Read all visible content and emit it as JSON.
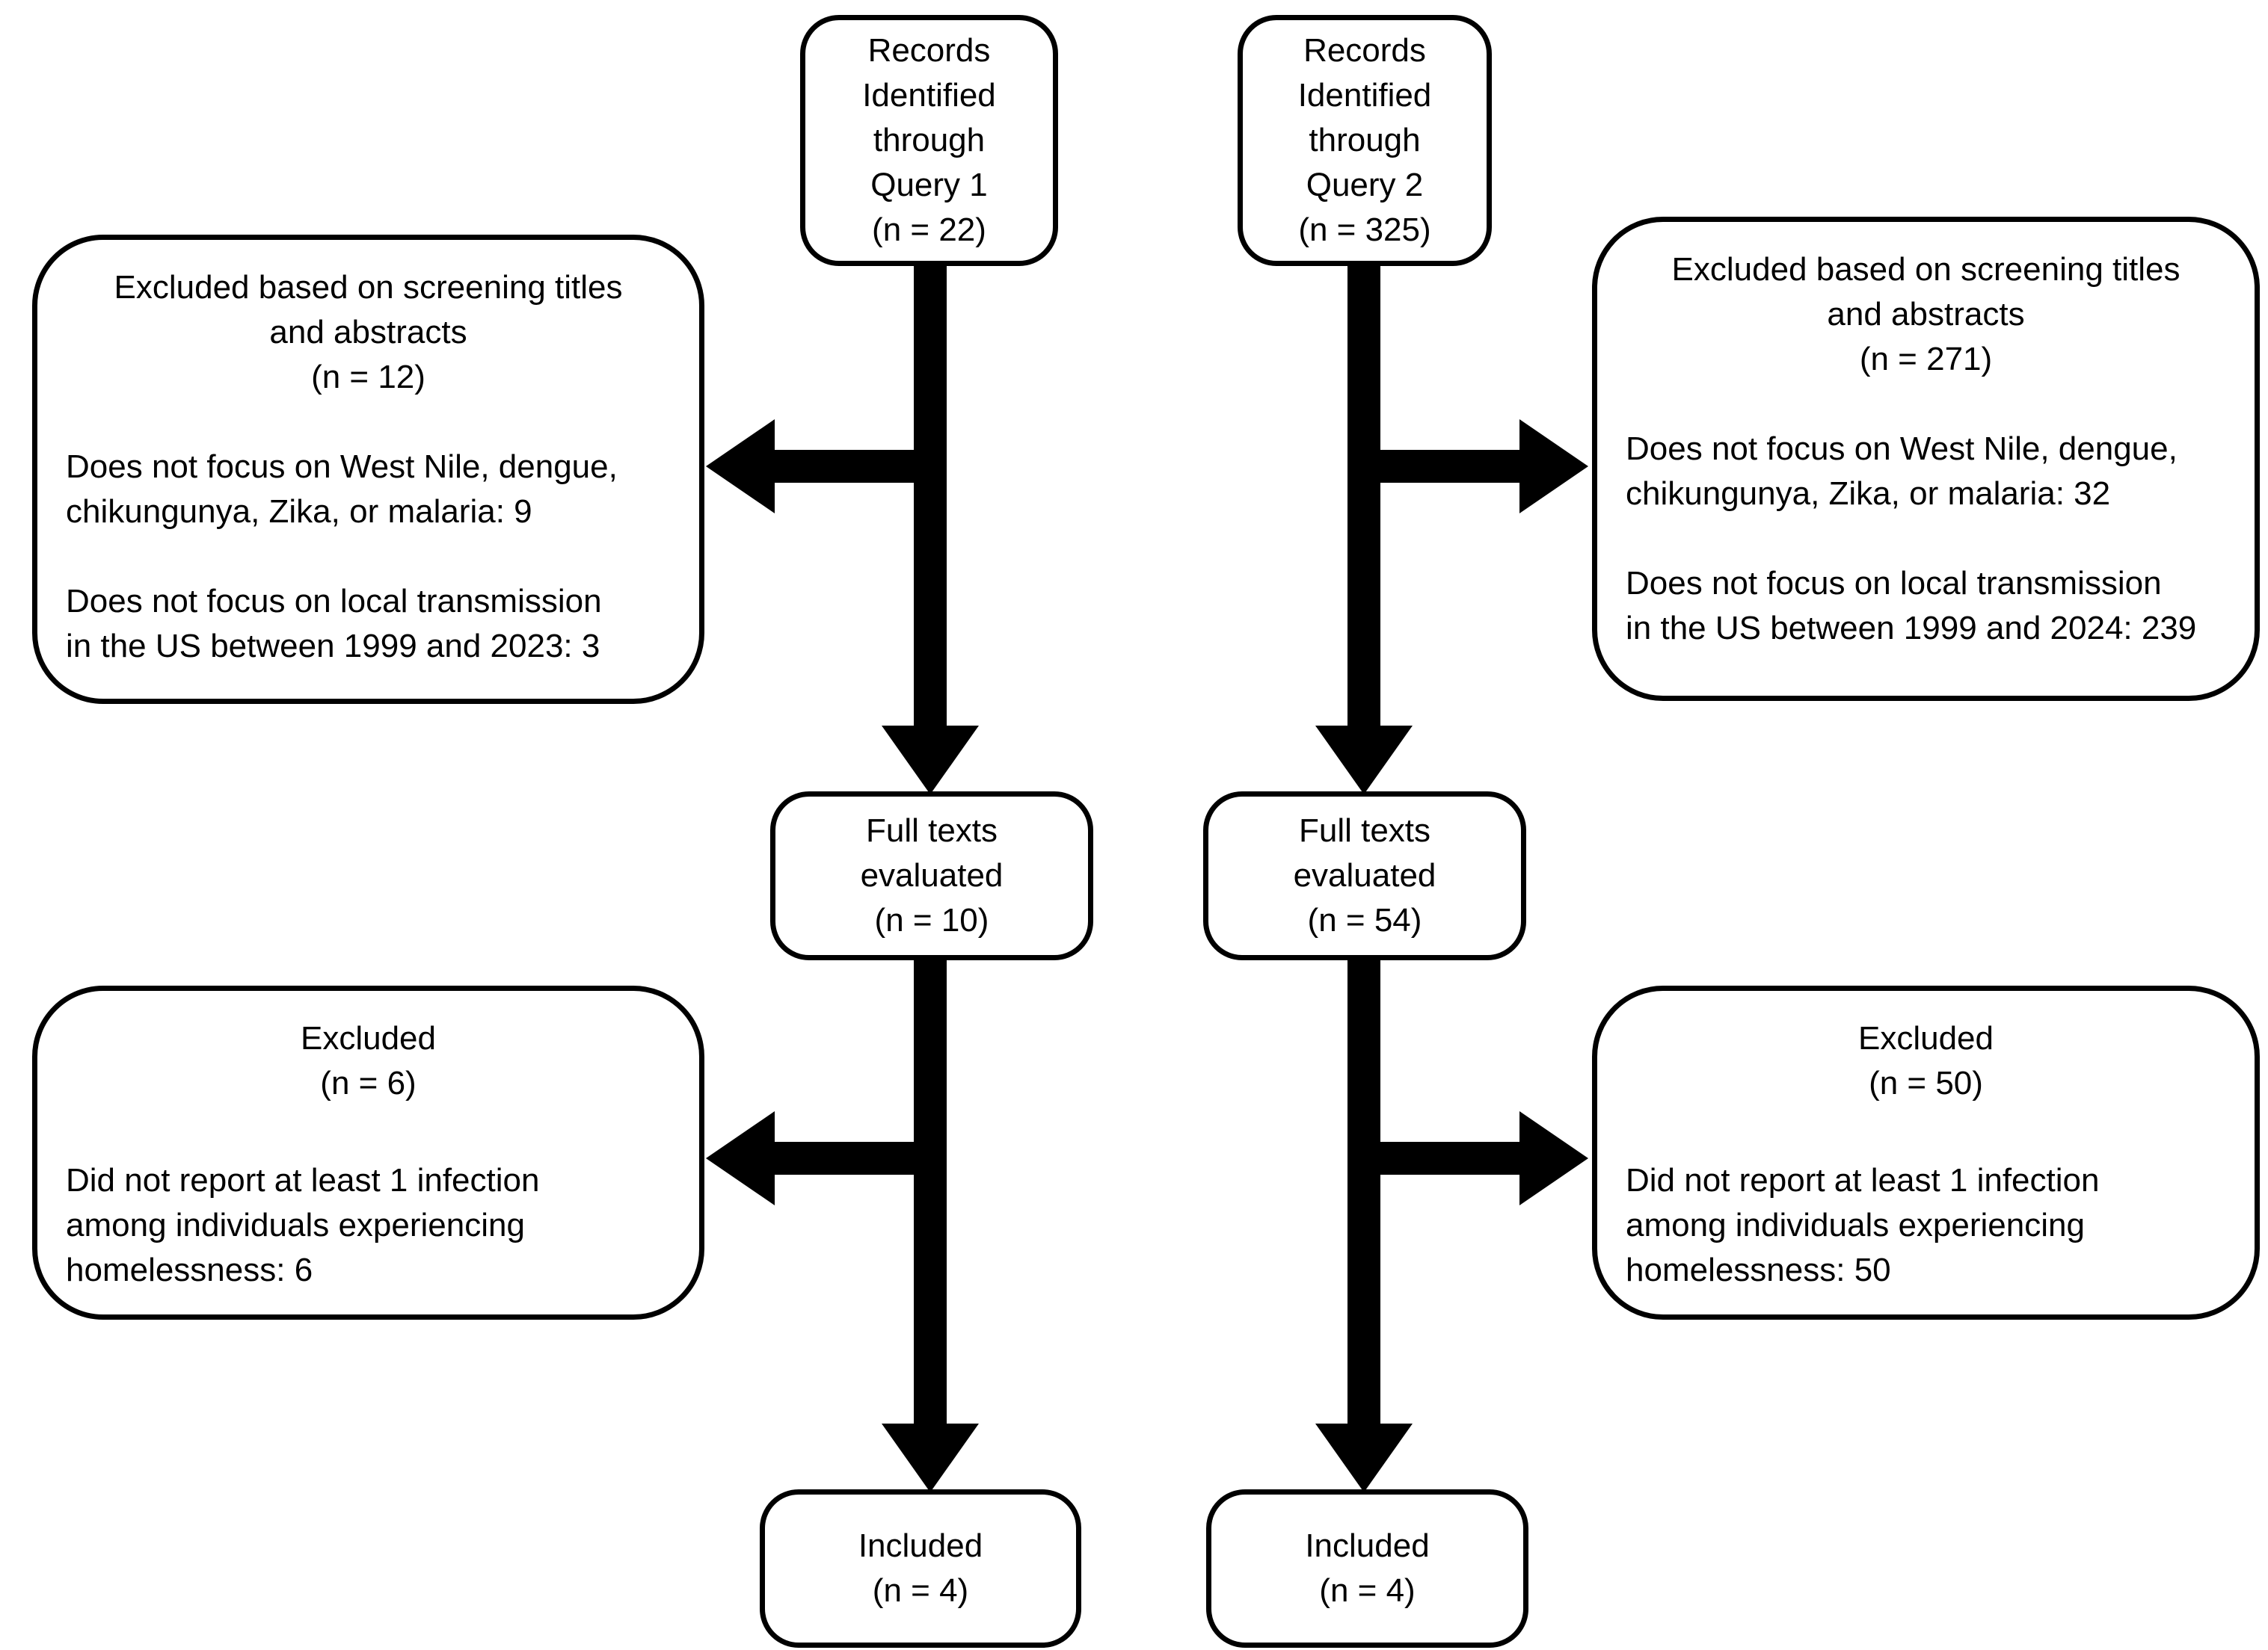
{
  "colors": {
    "ink": "#000000",
    "paper": "#ffffff"
  },
  "flow": {
    "query1": {
      "records": "Records\nIdentified\nthrough\nQuery 1\n(n = 22)",
      "screening_excluded": {
        "heading": "Excluded based on screening titles\nand abstracts",
        "count": "(n = 12)",
        "reason1": "Does not focus on West Nile, dengue,\nchikungunya, Zika, or malaria: 9",
        "reason2": "Does not focus on local transmission\nin the US between 1999 and 2023: 3"
      },
      "full_texts": "Full texts\nevaluated\n(n = 10)",
      "full_text_excluded": {
        "heading": "Excluded",
        "count": "(n = 6)",
        "reason1": "Did not report at least 1 infection\namong individuals experiencing\nhomelessness: 6"
      },
      "included": "Included\n(n = 4)"
    },
    "query2": {
      "records": "Records\nIdentified\nthrough\nQuery 2\n(n = 325)",
      "screening_excluded": {
        "heading": "Excluded based on screening titles\nand abstracts",
        "count": "(n = 271)",
        "reason1": "Does not focus on West Nile, dengue,\nchikungunya, Zika, or malaria: 32",
        "reason2": "Does not focus on local transmission\nin the US between 1999 and 2024: 239"
      },
      "full_texts": "Full texts\nevaluated\n(n = 54)",
      "full_text_excluded": {
        "heading": "Excluded",
        "count": "(n = 50)",
        "reason1": "Did not report at least 1 infection\namong individuals experiencing\nhomelessness: 50"
      },
      "included": "Included\n(n = 4)"
    }
  }
}
